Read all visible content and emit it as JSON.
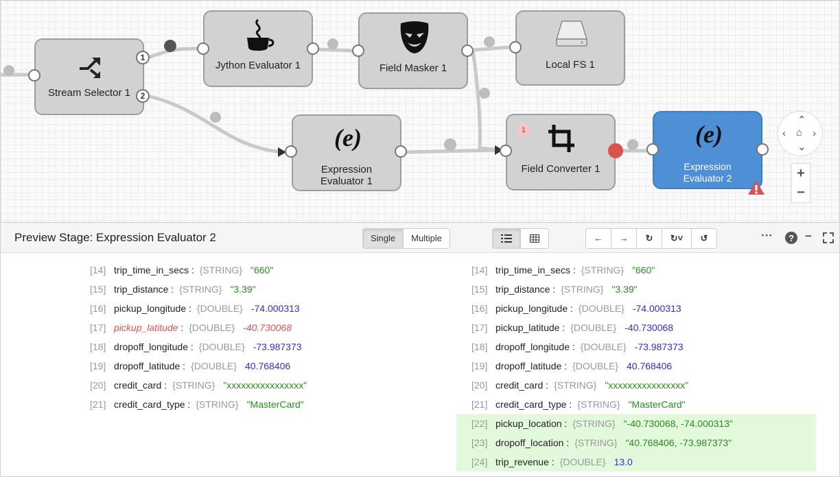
{
  "pipeline": {
    "nodes": {
      "stream_selector": "Stream Selector 1",
      "jython": "Jython Evaluator 1",
      "field_masker": "Field Masker 1",
      "local_fs": "Local FS 1",
      "expr1_line1": "Expression",
      "expr1_line2": "Evaluator 1",
      "field_converter": "Field Converter 1",
      "expr2_line1": "Expression",
      "expr2_line2": "Evaluator 2"
    },
    "selector_ports": [
      "1",
      "2"
    ],
    "field_converter_badge": "1",
    "colors": {
      "selected_stage": "#4e8fd6",
      "error": "#d9534f"
    }
  },
  "preview": {
    "title": "Preview Stage: Expression Evaluator 2",
    "mode_buttons": [
      "Single",
      "Multiple"
    ],
    "active_mode": "Single",
    "view_icons": [
      "list-icon",
      "table-icon"
    ],
    "nav_icons": [
      "arrow-left-icon",
      "arrow-right-icon",
      "refresh-icon",
      "refresh-dropdown-icon",
      "undo-icon"
    ],
    "window_icons": [
      "more-icon",
      "help-icon",
      "minimize-icon",
      "expand-icon"
    ]
  },
  "input_record": [
    {
      "index": "[14]",
      "name": "trip_time_in_secs :",
      "type": "{STRING}",
      "value": "\"660\""
    },
    {
      "index": "[15]",
      "name": "trip_distance :",
      "type": "{STRING}",
      "value": "\"3.39\""
    },
    {
      "index": "[16]",
      "name": "pickup_longitude :",
      "type": "{DOUBLE}",
      "value": "-74.000313"
    },
    {
      "index": "[17]",
      "name": "pickup_latitude",
      "type": "{DOUBLE}",
      "value": "-40.730068"
    },
    {
      "index": "[18]",
      "name": "dropoff_longitude :",
      "type": "{DOUBLE}",
      "value": "-73.987373"
    },
    {
      "index": "[19]",
      "name": "dropoff_latitude :",
      "type": "{DOUBLE}",
      "value": "40.768406"
    },
    {
      "index": "[20]",
      "name": "credit_card :",
      "type": "{STRING}",
      "value": "\"xxxxxxxxxxxxxxxx\""
    },
    {
      "index": "[21]",
      "name": "credit_card_type :",
      "type": "{STRING}",
      "value": "\"MasterCard\""
    }
  ],
  "output_record": [
    {
      "index": "[14]",
      "name": "trip_time_in_secs :",
      "type": "{STRING}",
      "value": "\"660\""
    },
    {
      "index": "[15]",
      "name": "trip_distance :",
      "type": "{STRING}",
      "value": "\"3.39\""
    },
    {
      "index": "[16]",
      "name": "pickup_longitude :",
      "type": "{DOUBLE}",
      "value": "-74.000313"
    },
    {
      "index": "[17]",
      "name": "pickup_latitude :",
      "type": "{DOUBLE}",
      "value": "-40.730068"
    },
    {
      "index": "[18]",
      "name": "dropoff_longitude :",
      "type": "{DOUBLE}",
      "value": "-73.987373"
    },
    {
      "index": "[19]",
      "name": "dropoff_latitude :",
      "type": "{DOUBLE}",
      "value": "40.768406"
    },
    {
      "index": "[20]",
      "name": "credit_card :",
      "type": "{STRING}",
      "value": "\"xxxxxxxxxxxxxxxx\""
    },
    {
      "index": "[21]",
      "name": "credit_card_type :",
      "type": "{STRING}",
      "value": "\"MasterCard\""
    },
    {
      "index": "[22]",
      "name": "pickup_location :",
      "type": "{STRING}",
      "value": "\"-40.730068, -74.000313\""
    },
    {
      "index": "[23]",
      "name": "dropoff_location :",
      "type": "{STRING}",
      "value": "\"40.768406, -73.987373\""
    },
    {
      "index": "[24]",
      "name": "trip_revenue :",
      "type": "{DOUBLE}",
      "value": "13.0"
    }
  ]
}
